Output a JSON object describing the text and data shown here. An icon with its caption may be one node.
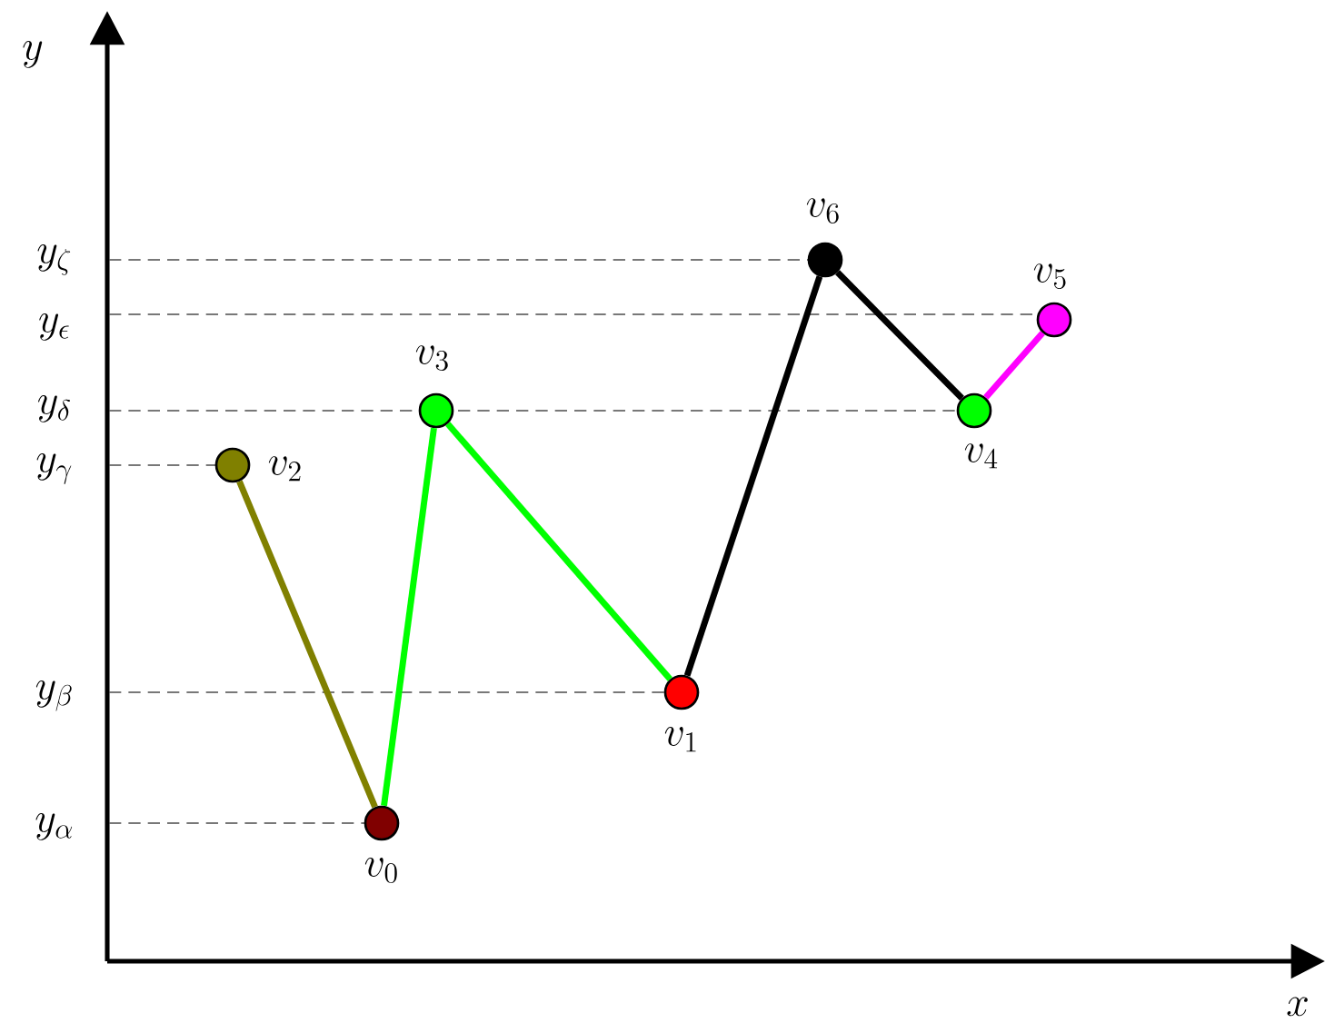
{
  "diagram": {
    "nodes": [
      {
        "text": [],
        "shape": "circle",
        "beside": [
          "v_0"
        ]
      },
      {
        "text": [],
        "shape": "circle",
        "beside": [
          "v_1"
        ]
      },
      {
        "text": [],
        "shape": "circle",
        "beside": [
          "v_2"
        ]
      },
      {
        "text": [],
        "shape": "circle",
        "beside": [
          "v_3"
        ]
      },
      {
        "text": [],
        "shape": "circle",
        "beside": [
          "v_4"
        ]
      },
      {
        "text": [],
        "shape": "circle",
        "beside": [
          "v_5"
        ]
      },
      {
        "text": [],
        "shape": "circle",
        "beside": [
          "v_6"
        ]
      }
    ],
    "edges": [
      {
        "from": 2,
        "to": 0,
        "arrow": "none",
        "color": "#808000"
      },
      {
        "from": 0,
        "to": 3,
        "arrow": "none",
        "color": "#00ff00"
      },
      {
        "from": 3,
        "to": 1,
        "arrow": "none",
        "color": "#00ff00"
      },
      {
        "from": 1,
        "to": 6,
        "arrow": "none",
        "color": "#000000"
      },
      {
        "from": 6,
        "to": 4,
        "arrow": "none",
        "color": "#000000"
      },
      {
        "from": 4,
        "to": 5,
        "arrow": "none",
        "color": "#ff00ff"
      }
    ],
    "labels": [
      "y",
      "y_\\zeta",
      "y_\\epsilon",
      "y_\\delta",
      "y_\\gamma",
      "y_\\beta",
      "y_\\alpha",
      "x"
    ]
  }
}
